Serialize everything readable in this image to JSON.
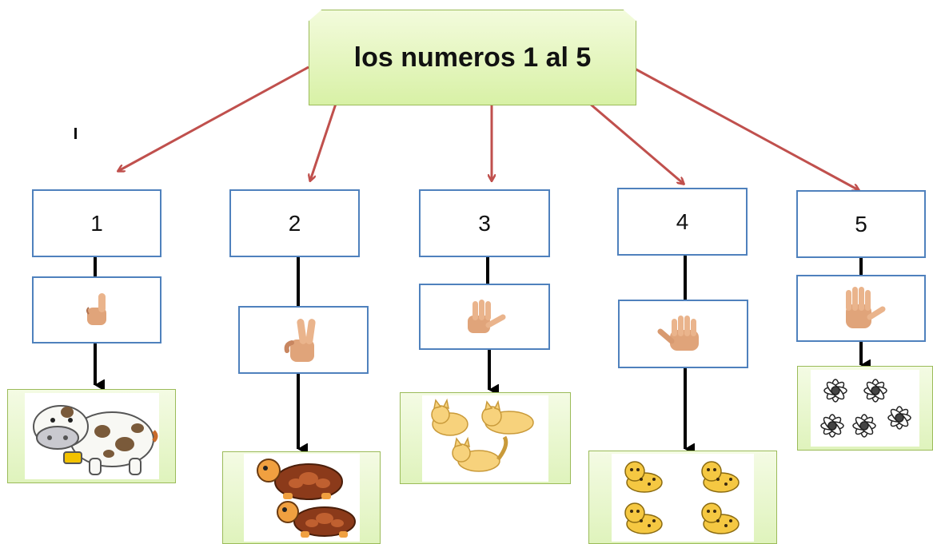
{
  "title": "los numeros 1 al 5",
  "numbers": [
    "1",
    "2",
    "3",
    "4",
    "5"
  ],
  "colors": {
    "red_arrow": "#c0504d",
    "blue_border": "#4f81bd",
    "green_border": "#9bbb59",
    "title_fill": "#d8f1a6"
  },
  "items": [
    {
      "hand_icon": "hand-one-finger-icon",
      "picture": "cow-icon",
      "picture_count": 1
    },
    {
      "hand_icon": "hand-two-fingers-icon",
      "picture": "turtle-icon",
      "picture_count": 2
    },
    {
      "hand_icon": "hand-three-fingers-icon",
      "picture": "cat-icon",
      "picture_count": 3
    },
    {
      "hand_icon": "hand-four-fingers-icon",
      "picture": "cheetah-icon",
      "picture_count": 4
    },
    {
      "hand_icon": "hand-five-fingers-icon",
      "picture": "flower-icon",
      "picture_count": 5
    }
  ]
}
